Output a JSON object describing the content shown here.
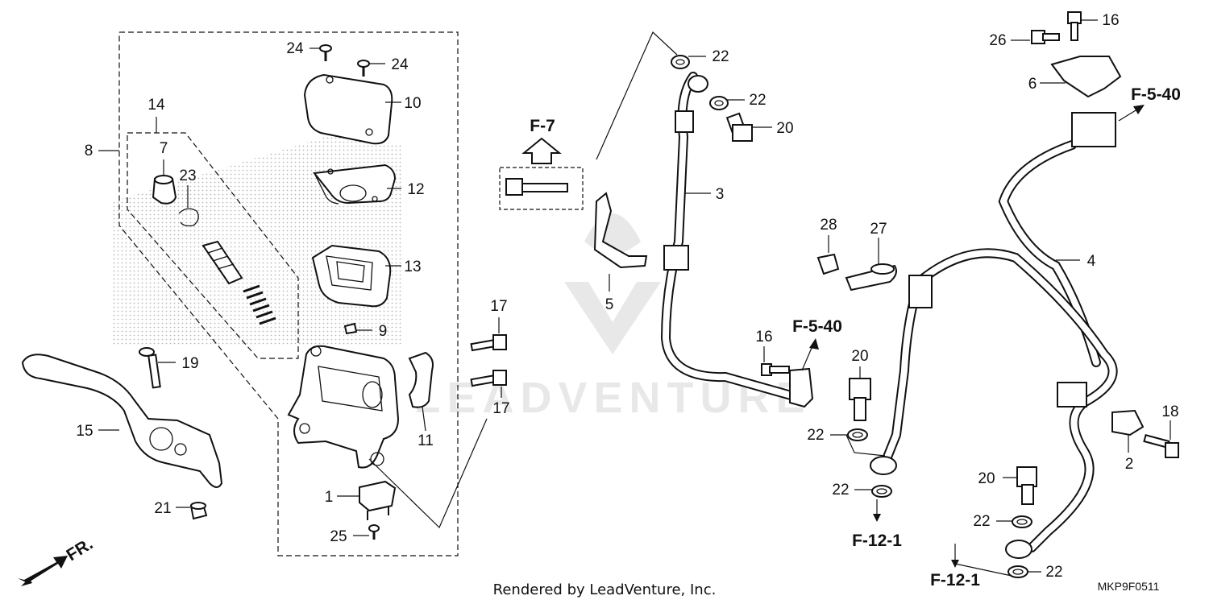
{
  "diagram": {
    "callouts": [
      {
        "id": "c-24a",
        "text": "24"
      },
      {
        "id": "c-24b",
        "text": "24"
      },
      {
        "id": "c-10",
        "text": "10"
      },
      {
        "id": "c-14",
        "text": "14"
      },
      {
        "id": "c-8",
        "text": "8"
      },
      {
        "id": "c-7",
        "text": "7"
      },
      {
        "id": "c-23",
        "text": "23"
      },
      {
        "id": "c-12",
        "text": "12"
      },
      {
        "id": "c-13",
        "text": "13"
      },
      {
        "id": "c-9",
        "text": "9"
      },
      {
        "id": "c-19",
        "text": "19"
      },
      {
        "id": "c-15",
        "text": "15"
      },
      {
        "id": "c-11",
        "text": "11"
      },
      {
        "id": "c-1",
        "text": "1"
      },
      {
        "id": "c-21",
        "text": "21"
      },
      {
        "id": "c-25",
        "text": "25"
      },
      {
        "id": "c-17a",
        "text": "17"
      },
      {
        "id": "c-17b",
        "text": "17"
      },
      {
        "id": "c-5",
        "text": "5"
      },
      {
        "id": "c-22a",
        "text": "22"
      },
      {
        "id": "c-22b",
        "text": "22"
      },
      {
        "id": "c-20a",
        "text": "20"
      },
      {
        "id": "c-3",
        "text": "3"
      },
      {
        "id": "c-28",
        "text": "28"
      },
      {
        "id": "c-27",
        "text": "27"
      },
      {
        "id": "c-16a",
        "text": "16"
      },
      {
        "id": "c-20b",
        "text": "20"
      },
      {
        "id": "c-22c",
        "text": "22"
      },
      {
        "id": "c-22d",
        "text": "22"
      },
      {
        "id": "c-26",
        "text": "26"
      },
      {
        "id": "c-16b",
        "text": "16"
      },
      {
        "id": "c-6",
        "text": "6"
      },
      {
        "id": "c-4",
        "text": "4"
      },
      {
        "id": "c-18",
        "text": "18"
      },
      {
        "id": "c-2",
        "text": "2"
      },
      {
        "id": "c-20c",
        "text": "20"
      },
      {
        "id": "c-22e",
        "text": "22"
      },
      {
        "id": "c-22f",
        "text": "22"
      }
    ],
    "references": {
      "f7": "F-7",
      "f540a": "F-5-40",
      "f540b": "F-5-40",
      "f121a": "F-12-1",
      "f121b": "F-12-1"
    },
    "front_marker": "FR.",
    "footer": "Rendered by LeadVenture, Inc.",
    "diagram_code": "MKP9F0511",
    "watermark": "LEADVENTURE"
  }
}
